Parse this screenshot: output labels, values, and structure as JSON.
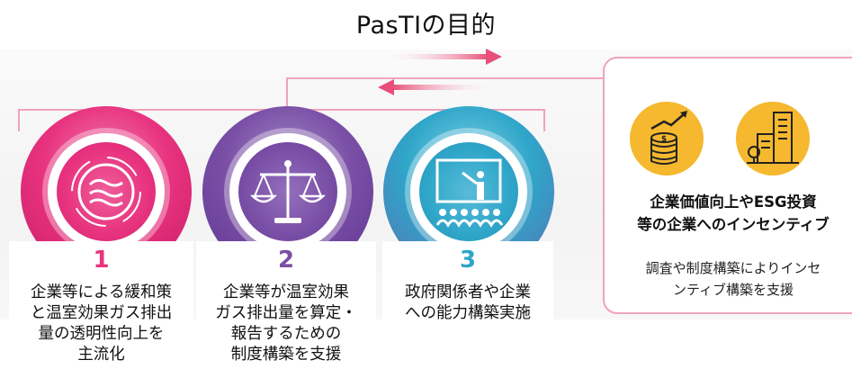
{
  "title": "PasTIの目的",
  "steps": [
    {
      "number": "1",
      "lines": [
        "企業等による緩和策",
        "と温室効果ガス排出",
        "量の透明性向上を",
        "主流化"
      ],
      "color": "#e8337f",
      "icon": "circular-flow-icon"
    },
    {
      "number": "2",
      "lines": [
        "企業等が温室効果",
        "ガス排出量を算定・",
        "報告するための",
        "制度構築を支援"
      ],
      "color": "#7a4fa6",
      "icon": "balance-scale-icon"
    },
    {
      "number": "3",
      "lines": [
        "政府関係者や企業",
        "への能力構築実施"
      ],
      "color": "#2fa6c9",
      "icon": "presentation-audience-icon"
    }
  ],
  "incentive": {
    "title_lines": [
      "企業価値向上やESG投資",
      "等の企業へのインセンティブ"
    ],
    "desc_lines": [
      "調査や制度構築によりインセ",
      "ンティブ構築を支援"
    ],
    "icons": [
      "coin-growth-icon",
      "buildings-icon"
    ],
    "color": "#f5b82e"
  },
  "connector_color": "#efa3ba",
  "arrow_color": "#e8507a"
}
